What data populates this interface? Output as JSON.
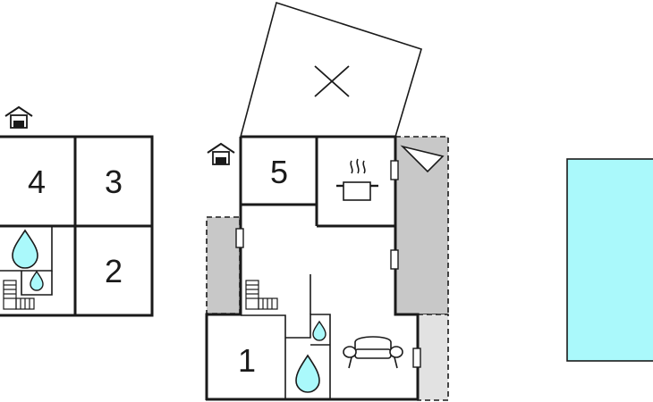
{
  "rooms": [
    {
      "id": "room-1",
      "label": "1"
    },
    {
      "id": "room-2",
      "label": "2"
    },
    {
      "id": "room-3",
      "label": "3"
    },
    {
      "id": "room-4",
      "label": "4"
    },
    {
      "id": "room-5",
      "label": "5"
    }
  ],
  "icons": [
    "entrance-house-icon",
    "water-drop-icon",
    "stairs-icon",
    "cooking-pot-icon",
    "sofa-icon",
    "cross-mark-icon",
    "window-icon"
  ],
  "colors": {
    "wall": "#1a1a1a",
    "terrace": "#c8c8c8",
    "terrace_light": "#e2e2e2",
    "pool": "#aaf9fb",
    "water": "#aaf9fb"
  }
}
